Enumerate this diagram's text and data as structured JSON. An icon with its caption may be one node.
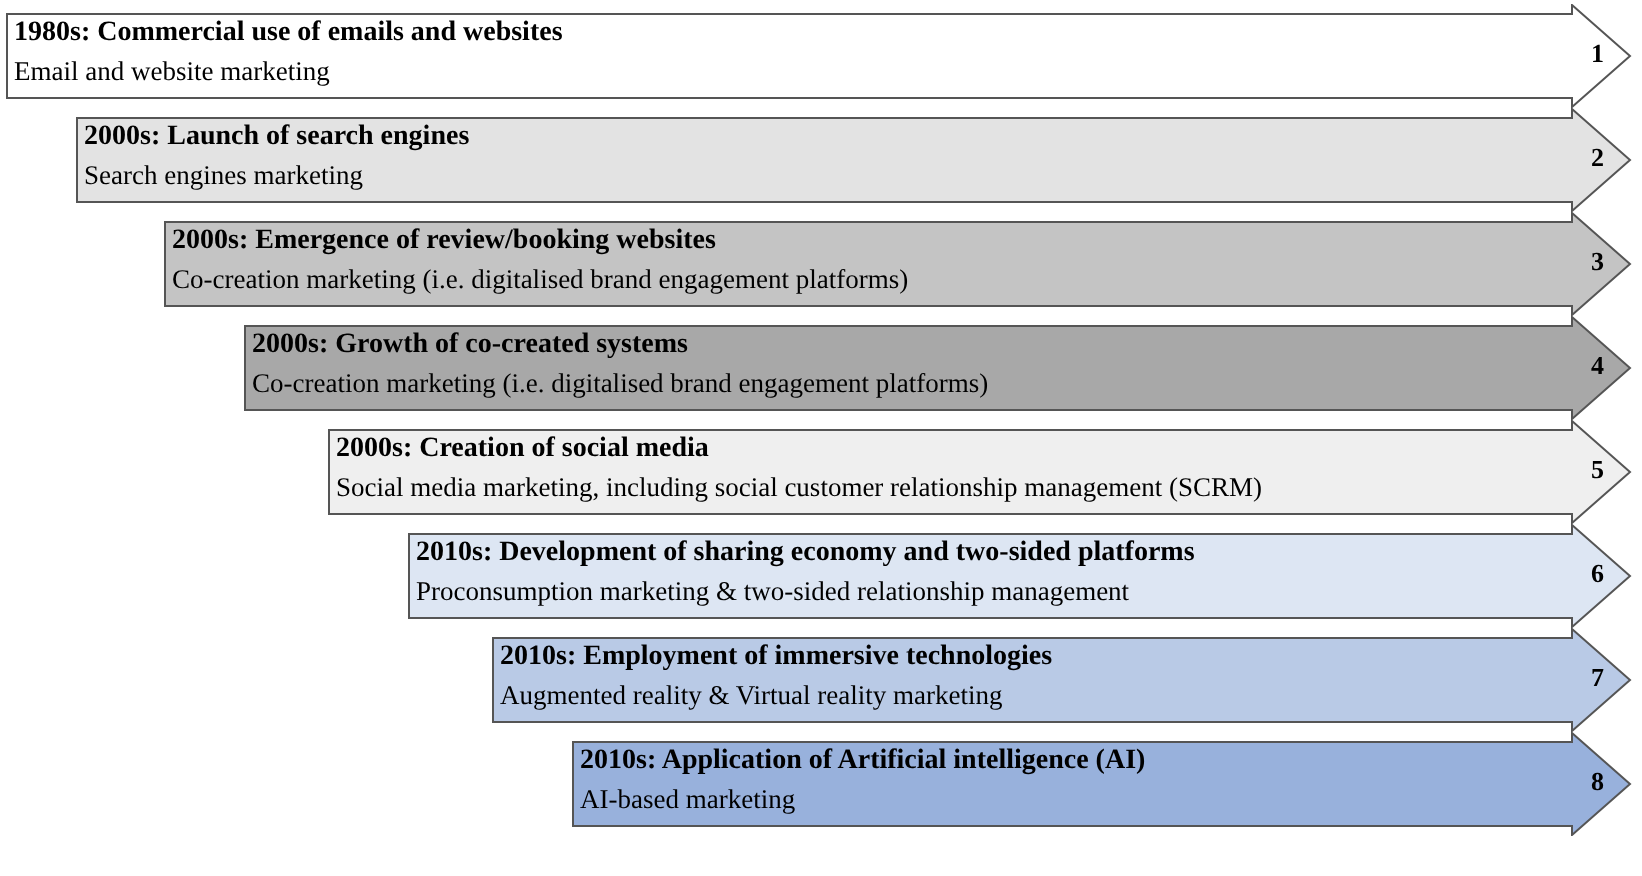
{
  "diagram": {
    "nodes": [
      {
        "text": [
          "1980s: Commercial use of emails and websites",
          "Email and website marketing",
          "1"
        ]
      },
      {
        "text": [
          "2000s: Launch of search engines",
          "Search engines marketing",
          "2"
        ]
      },
      {
        "text": [
          "2000s: Emergence of review/booking websites",
          "Co-creation marketing (i.e. digitalised brand engagement platforms)",
          "3"
        ]
      },
      {
        "text": [
          "2000s: Growth of co-created systems",
          "Co-creation marketing (i.e. digitalised brand engagement platforms)",
          "4"
        ]
      },
      {
        "text": [
          "2000s: Creation of social media",
          "Social media marketing, including social customer relationship management (SCRM)",
          "5"
        ]
      },
      {
        "text": [
          "2010s: Development of sharing economy and two-sided platforms",
          "Proconsumption marketing  & two-sided relationship management",
          "6"
        ]
      },
      {
        "text": [
          "2010s: Employment of immersive technologies",
          "Augmented reality & Virtual reality marketing",
          "7"
        ]
      },
      {
        "text": [
          "2010s: Application of Artificial intelligence (AI)",
          "AI-based marketing",
          "8"
        ]
      }
    ]
  }
}
